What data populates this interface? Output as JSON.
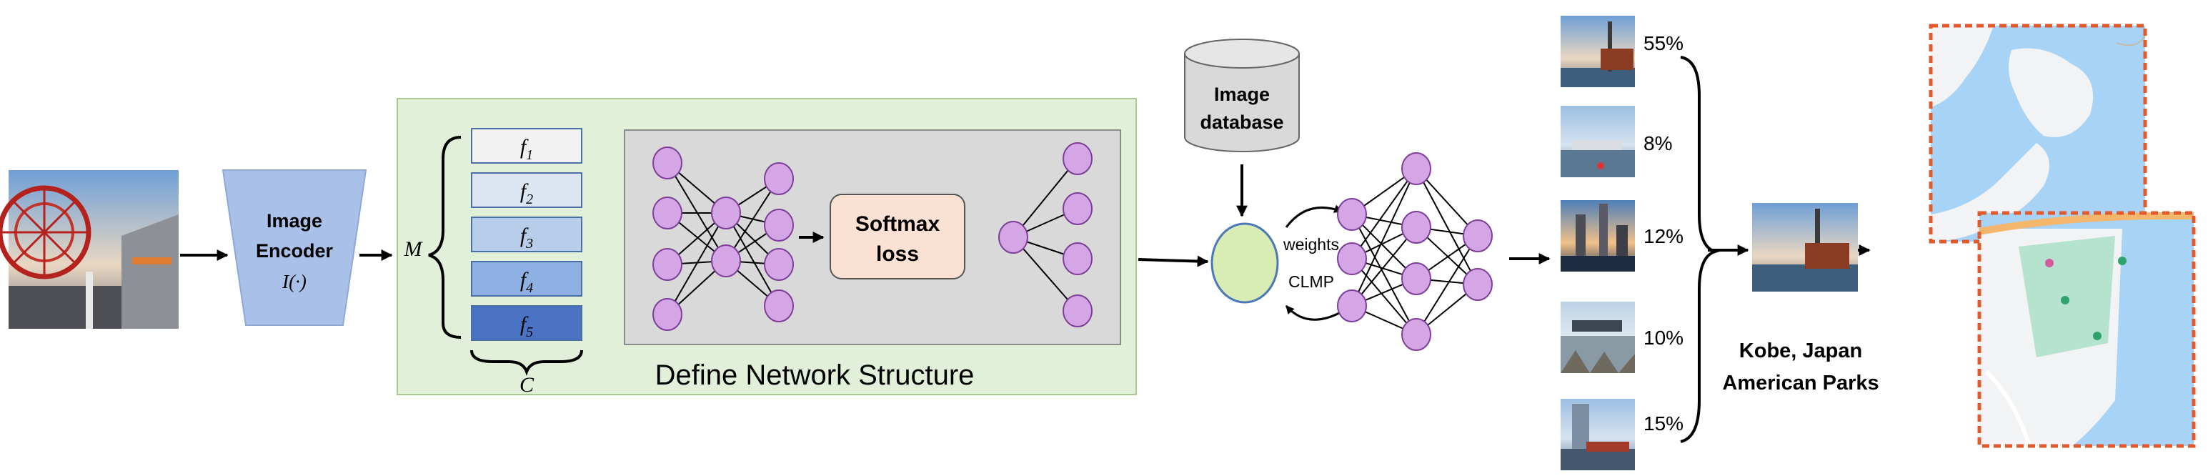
{
  "encoder": {
    "line1": "Image",
    "line2": "Encoder",
    "func": "I(·)"
  },
  "features": {
    "m_label": "M",
    "c_label": "C",
    "items": [
      {
        "letter": "f",
        "sub": "1",
        "color": "#f2f2f2"
      },
      {
        "letter": "f",
        "sub": "2",
        "color": "#dce6f2"
      },
      {
        "letter": "f",
        "sub": "3",
        "color": "#b8cde9"
      },
      {
        "letter": "f",
        "sub": "4",
        "color": "#8eb0e2"
      },
      {
        "letter": "f",
        "sub": "5",
        "color": "#4a73c4"
      }
    ]
  },
  "network": {
    "softmax_line1": "Softmax",
    "softmax_line2": "loss",
    "structure_label": "Define Network Structure"
  },
  "database": {
    "line1": "Image",
    "line2": "database"
  },
  "clmp": {
    "weights": "weights",
    "clmp": "CLMP"
  },
  "candidates": [
    {
      "percent": "55%",
      "photo": "kobe-port-tower-icon"
    },
    {
      "percent": "8%",
      "photo": "marina-icon"
    },
    {
      "percent": "12%",
      "photo": "city-skyline-icon"
    },
    {
      "percent": "10%",
      "photo": "waterfront-icon"
    },
    {
      "percent": "15%",
      "photo": "harbor-tower-icon"
    }
  ],
  "result": {
    "line1": "Kobe, Japan",
    "line2": "American Parks"
  },
  "colors": {
    "green_panel": "#e2efd9",
    "grey_panel": "#d9d9d9",
    "node_fill": "#d5a6e6",
    "node_stroke": "#7d3f98",
    "encoder_fill": "#a9c1e8",
    "softmax_fill": "#fbe1d4",
    "query_fill": "#d9ecb4",
    "map_border": "#e05a2b",
    "sea": "#a7d3f6",
    "land": "#f1f3f4",
    "park": "#b6e3cf"
  }
}
